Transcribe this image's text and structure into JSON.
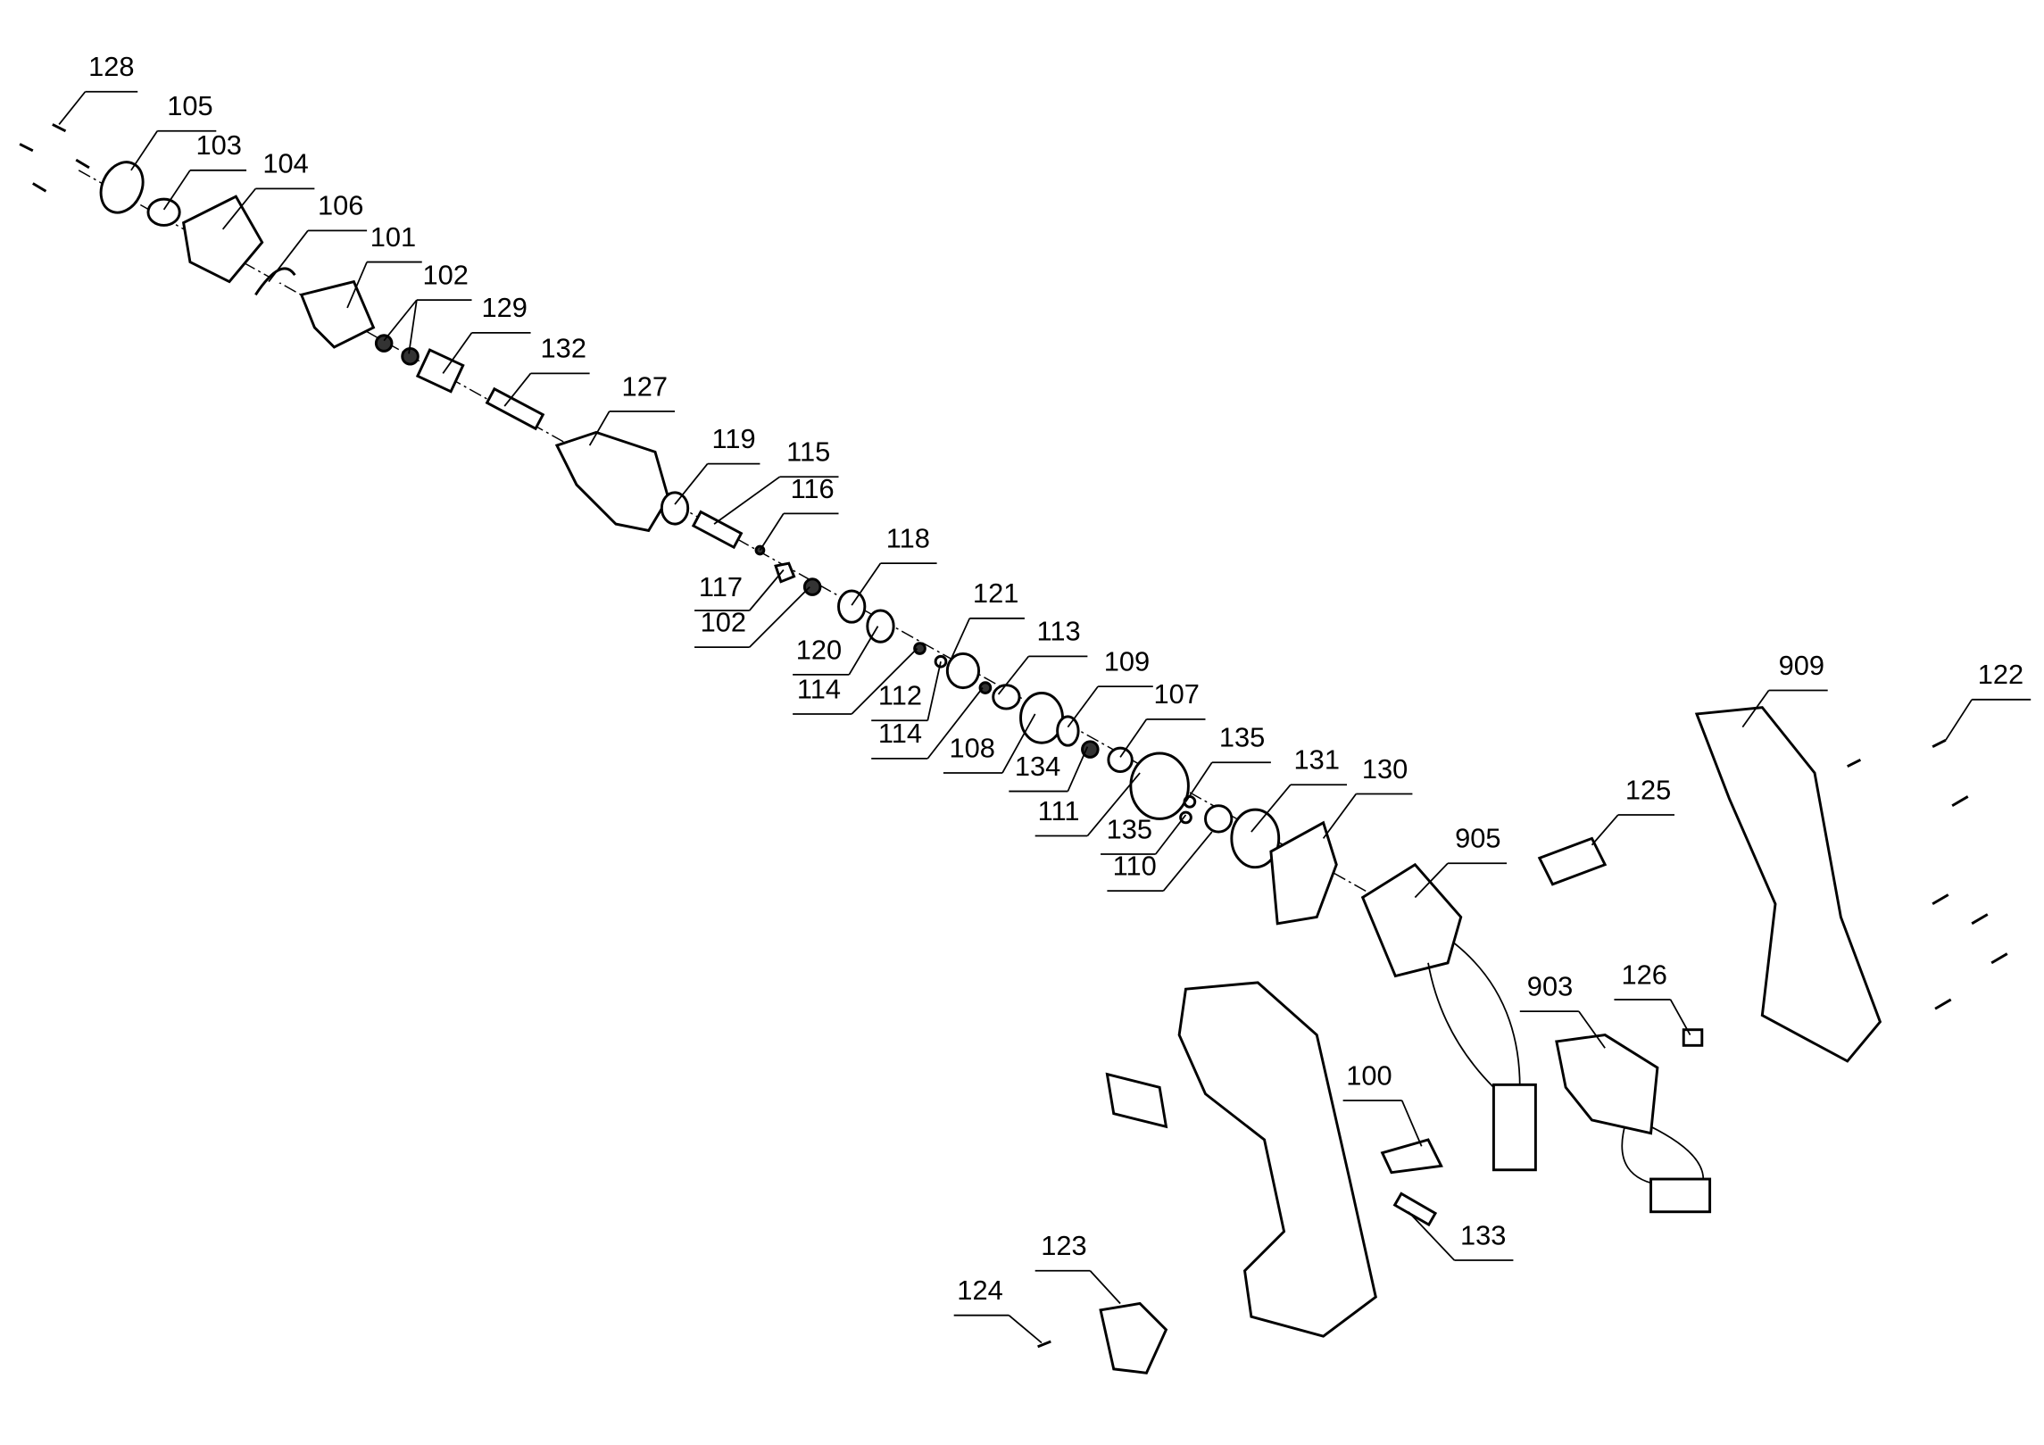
{
  "diagram": {
    "type": "exploded-parts-view",
    "labels": [
      "128",
      "105",
      "103",
      "104",
      "106",
      "101",
      "102",
      "129",
      "132",
      "127",
      "119",
      "115",
      "116",
      "117",
      "102",
      "118",
      "120",
      "114",
      "121",
      "112",
      "113",
      "114",
      "109",
      "108",
      "107",
      "134",
      "135",
      "111",
      "135",
      "131",
      "130",
      "110",
      "905",
      "125",
      "909",
      "122",
      "903",
      "126",
      "100",
      "133",
      "123",
      "124"
    ]
  }
}
